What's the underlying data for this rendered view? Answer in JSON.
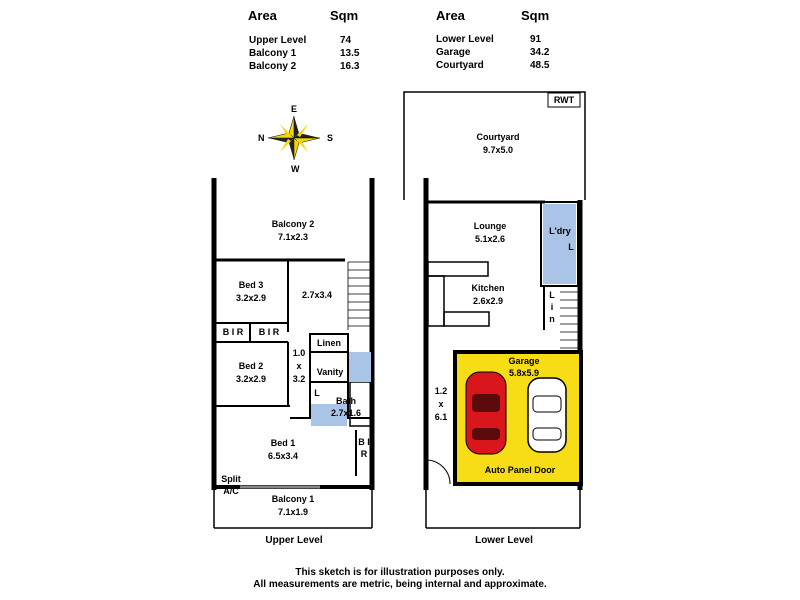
{
  "area_table": {
    "area_header": "Area",
    "sqm_header": "Sqm",
    "upper": [
      {
        "name": "Upper Level",
        "sqm": "74"
      },
      {
        "name": "Balcony 1",
        "sqm": "13.5"
      },
      {
        "name": "Balcony 2",
        "sqm": "16.3"
      }
    ],
    "lower": [
      {
        "name": "Lower Level",
        "sqm": "91"
      },
      {
        "name": "Garage",
        "sqm": "34.2"
      },
      {
        "name": "Courtyard",
        "sqm": "48.5"
      }
    ]
  },
  "compass": {
    "n": "N",
    "e": "E",
    "s": "S",
    "w": "W",
    "accent": "#f5d800"
  },
  "upper_level": {
    "title": "Upper Level",
    "balcony2_name": "Balcony 2",
    "balcony2_size": "7.1x2.3",
    "bed3_name": "Bed 3",
    "bed3_size": "3.2x2.9",
    "room_size": "2.7x3.4",
    "bir_left": "B I R",
    "bir_right": "B I R",
    "bed2_name": "Bed 2",
    "bed2_size": "3.2x2.9",
    "hall_top": "1.0",
    "hall_mid": "x",
    "hall_bottom": "3.2",
    "linen": "Linen",
    "vanity": "Vanity",
    "l_mark": "L",
    "bath_name": "Bath",
    "bath_size": "2.7x1.6",
    "bed1_name": "Bed 1",
    "bed1_size": "6.5x3.4",
    "bir_bed1": "B I R",
    "split_line1": "Split",
    "split_line2": "A/C",
    "balcony1_name": "Balcony 1",
    "balcony1_size": "7.1x1.9"
  },
  "lower_level": {
    "title": "Lower Level",
    "rwt": "RWT",
    "courtyard_name": "Courtyard",
    "courtyard_size": "9.7x5.0",
    "lounge_name": "Lounge",
    "lounge_size": "5.1x2.6",
    "ldry": "L'dry",
    "l_mark": "L",
    "lin_1": "L",
    "lin_2": "i",
    "lin_3": "n",
    "kitchen_name": "Kitchen",
    "kitchen_size": "2.6x2.9",
    "hall_top": "1.2",
    "hall_mid": "x",
    "hall_bottom": "6.1",
    "garage_name": "Garage",
    "garage_size": "5.8x5.9",
    "garage_door": "Auto Panel Door",
    "garage_color": "#f7dd16",
    "wet_color": "#a9c4e6"
  },
  "footnote": {
    "line1": "This sketch is for illustration purposes only.",
    "line2": "All measurements are metric, being internal and approximate."
  }
}
